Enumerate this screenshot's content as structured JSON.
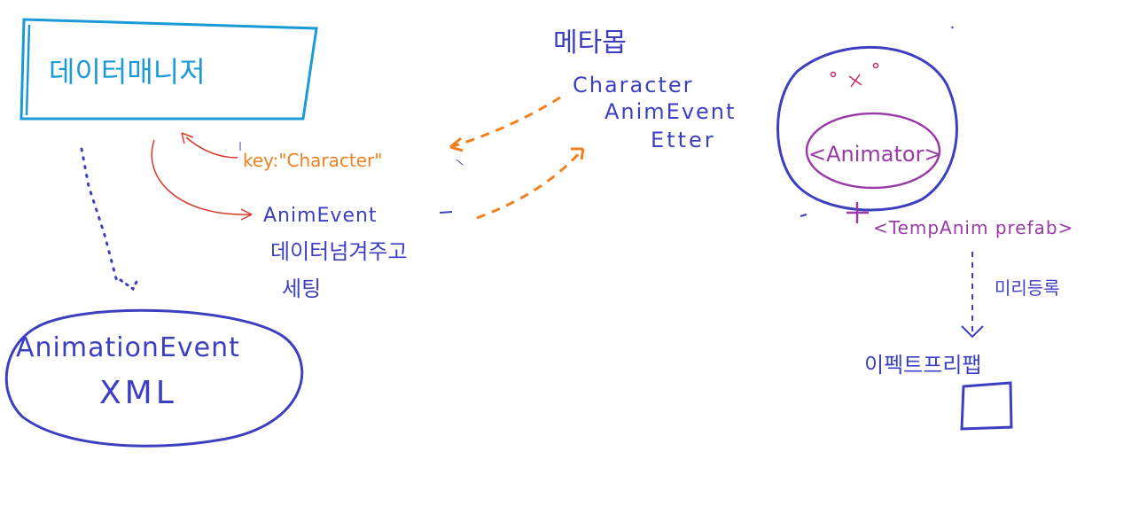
{
  "colors": {
    "cyan": "#1a9ad6",
    "blue": "#3b3fc0",
    "orange": "#f08020",
    "red": "#d43a2a",
    "purple": "#9a3aa8",
    "pink": "#c8286a"
  },
  "data_manager": {
    "label": "데이터매니저"
  },
  "xml_ellipse": {
    "line1": "AnimationEvent",
    "line2": "XML"
  },
  "meta_object": {
    "title": "메타몹",
    "line1": "Character",
    "line2": "AnimEvent",
    "line3": "Etter"
  },
  "middle_notes": {
    "key_text": "key:\"Character\"",
    "anim_event": "AnimEvent",
    "note_line1": "데이터넘겨주고",
    "note_line2": "세팅"
  },
  "character_blob": {
    "animator": "<Animator>",
    "temp_prefab": "<TempAnim prefab>"
  },
  "effect": {
    "register_note": "미리등록",
    "prefab_label": "이펙트프리팹"
  }
}
